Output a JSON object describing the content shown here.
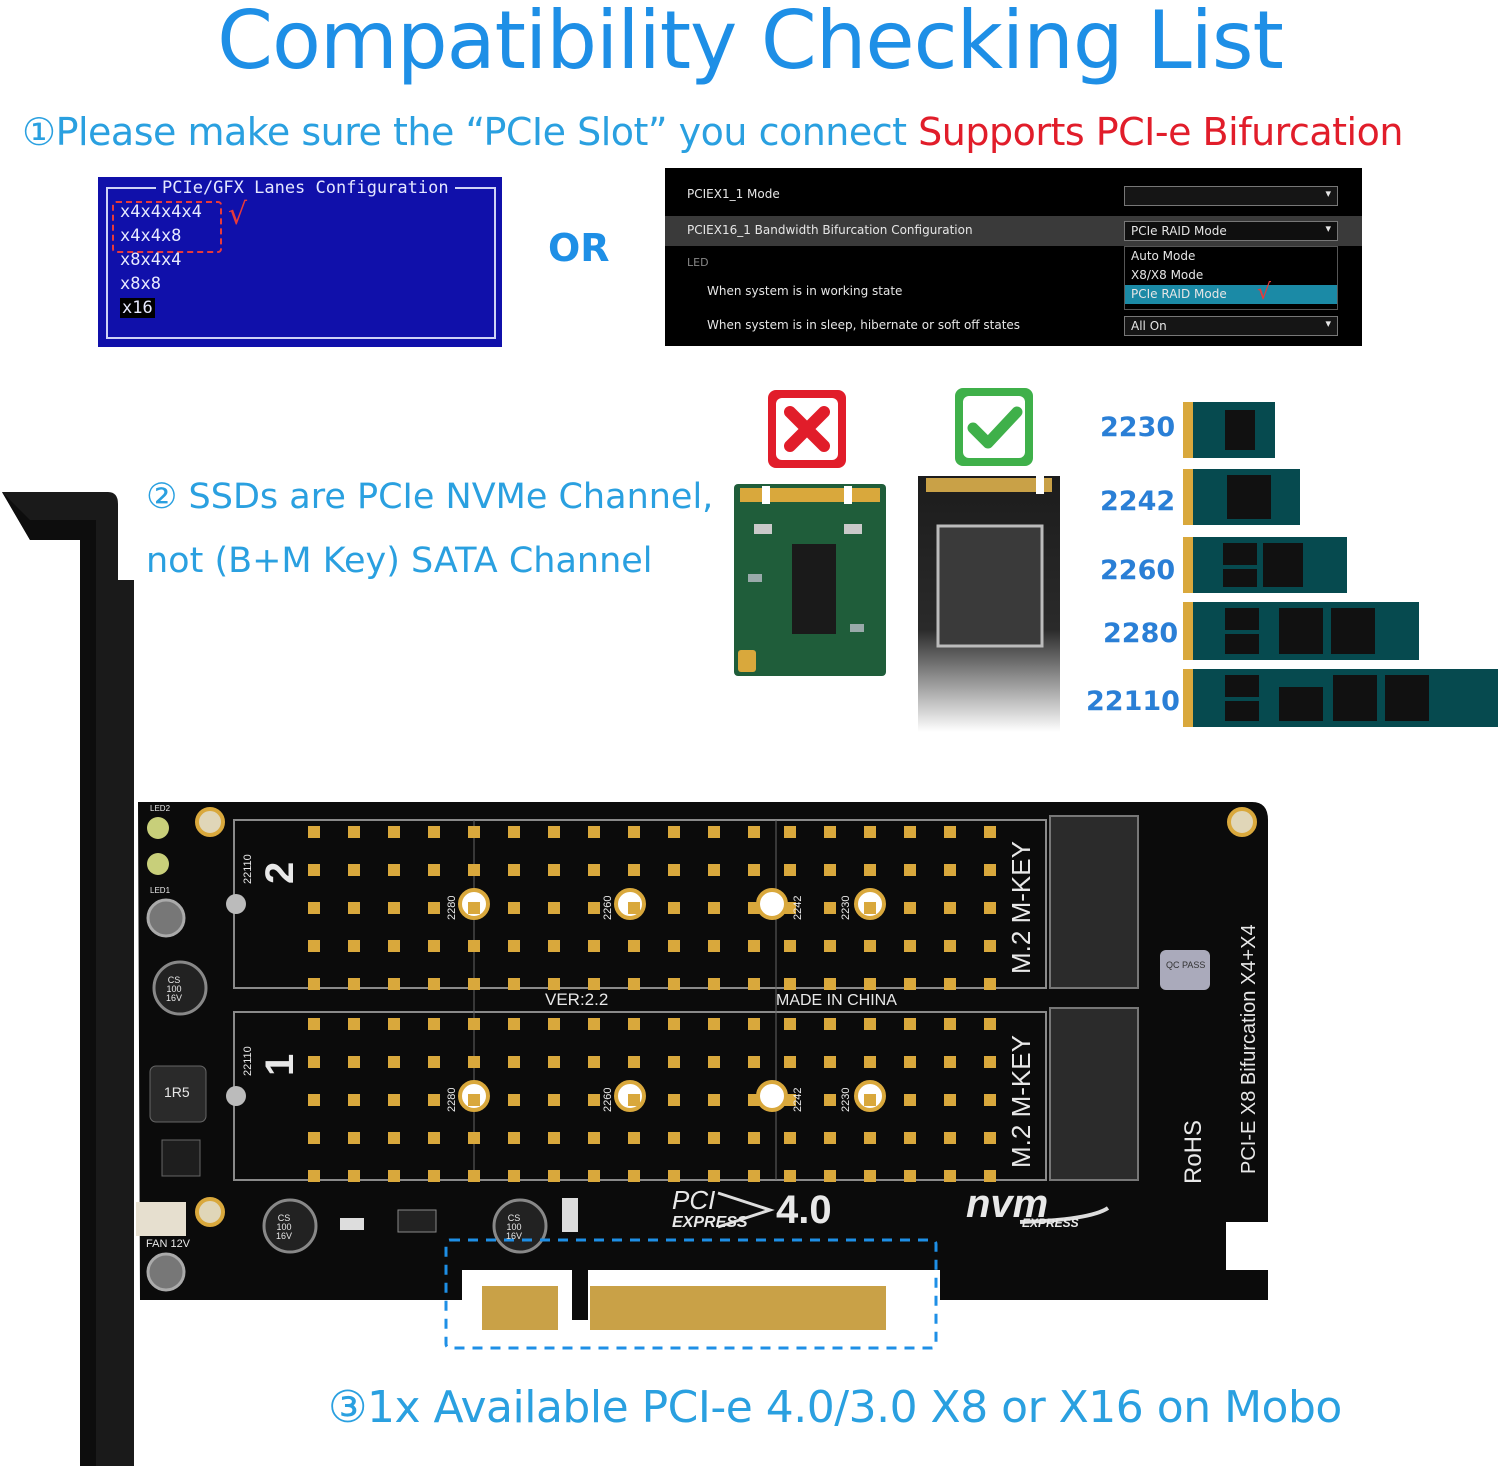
{
  "title": "Compatibility Checking List",
  "step1": {
    "number": "①",
    "text": "Please make sure the “PCIe Slot” you connect ",
    "highlight": "Supports PCI-e Bifurcation"
  },
  "bios_panel": {
    "title": "PCIe/GFX Lanes Configuration",
    "options": [
      "x4x4x4x4",
      "x4x4x8",
      "x8x4x4",
      "x8x8",
      "x16"
    ],
    "check": "√"
  },
  "or_label": "OR",
  "uefi_panel": {
    "row1_label": "PCIEX1_1 Mode",
    "row2_label": "PCIEX16_1 Bandwidth Bifurcation Configuration",
    "row2_value": "PCIe RAID Mode",
    "led_label": "LED",
    "row3_label": "When system is in working state",
    "row4_label": "When system is in sleep, hibernate or soft off states",
    "row4_value": "All On",
    "dropdown_options": [
      "Auto Mode",
      "X8/X8 Mode",
      "PCIe RAID Mode"
    ]
  },
  "step2": {
    "number": "②",
    "line1": " SSDs are PCIe NVMe Channel,",
    "line2": "not (B+M Key) SATA Channel"
  },
  "ssd_sizes": [
    "2230",
    "2242",
    "2260",
    "2280",
    "22110"
  ],
  "card": {
    "ver": "VER:2.2",
    "made_in": "MADE IN CHINA",
    "slot2_number": "2",
    "slot1_number": "1",
    "m2_label": "M.2 M-KEY",
    "size_22110": "22110",
    "size_2280": "2280",
    "size_2260": "2260",
    "size_2242": "2242",
    "size_2230": "2230",
    "pci_logo_top": "PCI",
    "pci_logo_bottom": "EXPRESS",
    "pci_version": "4.0",
    "nvm_logo": "nvm",
    "nvm_sub": "EXPRESS",
    "rohs": "RoHS",
    "side_label": "PCI-E X8 Bifurcation X4+X4",
    "fan_label": "FAN 12V",
    "led1": "LED1",
    "led2": "LED2",
    "cap_label": "CS\n100\n16V",
    "inductor": "1R5",
    "qc": "QC PASS"
  },
  "step3": {
    "number": "③",
    "text": "1x Available PCI-e 4.0/3.0 X8 or X16 on Mobo"
  },
  "colors": {
    "accent_blue": "#1e8fe6",
    "text_blue": "#2aa0e0",
    "highlight_red": "#e11d2a",
    "check_green": "#3fb04a",
    "bios_blue": "#1010aa"
  }
}
